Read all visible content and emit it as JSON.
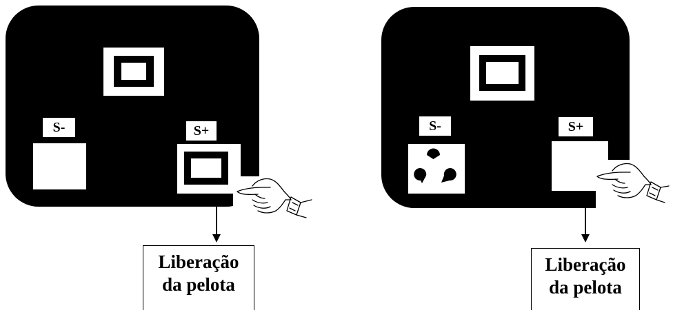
{
  "panels": [
    {
      "sample_stimulus": "square-frame-icon",
      "s_minus_label": "S-",
      "s_plus_label": "S+",
      "s_minus_stimulus": "blank",
      "s_plus_stimulus": "square-frame-icon",
      "outcome_line1": "Liberação",
      "outcome_line2": "da pelota"
    },
    {
      "sample_stimulus": "square-frame-icon",
      "s_minus_label": "S-",
      "s_plus_label": "S+",
      "s_minus_stimulus": "kanizsa-triangle-icon",
      "s_plus_stimulus": "blank",
      "outcome_line1": "Liberação",
      "outcome_line2": "da pelota"
    }
  ],
  "colors": {
    "screen": "#000000",
    "stimulus": "#ffffff"
  }
}
